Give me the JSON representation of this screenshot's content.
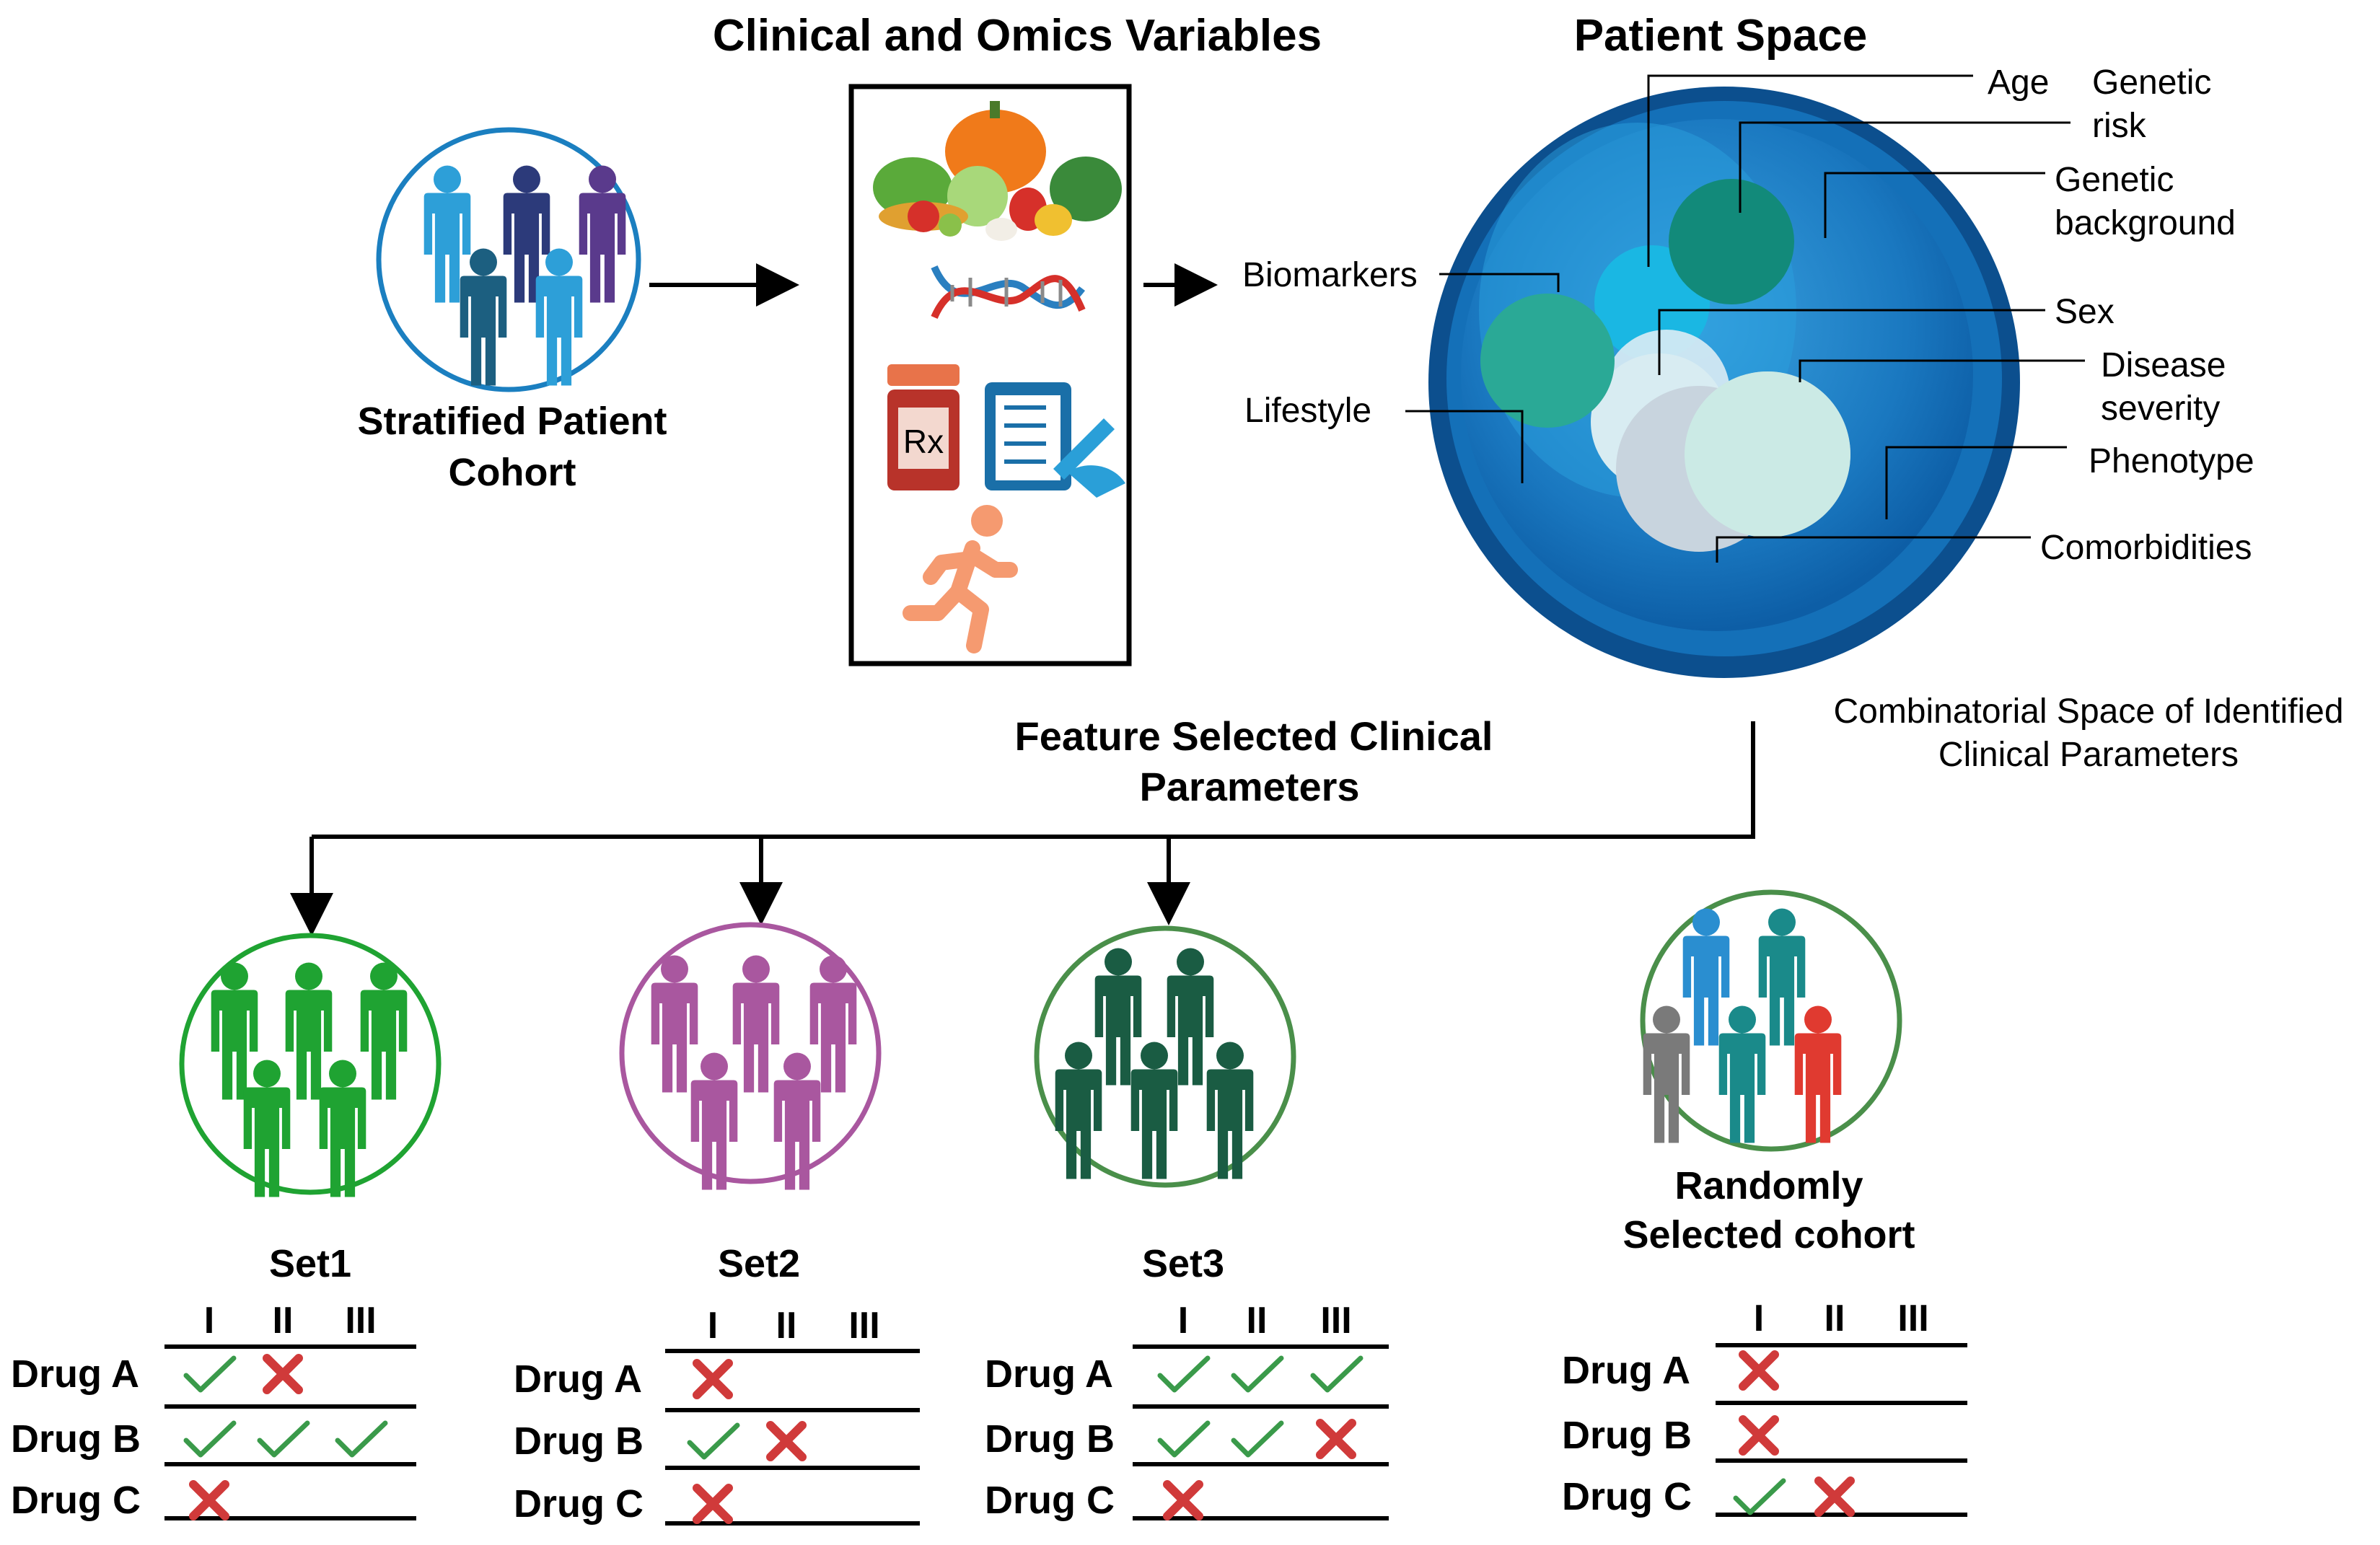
{
  "titles": {
    "clinical_omics": "Clinical and Omics Variables",
    "patient_space": "Patient Space",
    "stratified_line1": "Stratified Patient",
    "stratified_line2": "Cohort",
    "feature_line1": "Feature Selected Clinical",
    "feature_line2": "Parameters",
    "combinatorial_line1": "Combinatorial Space of Identified",
    "combinatorial_line2": "Clinical Parameters",
    "random_line1": "Randomly",
    "random_line2": "Selected cohort"
  },
  "sphere_labels": {
    "age": "Age",
    "genetic_risk_1": "Genetic",
    "genetic_risk_2": "risk",
    "genetic_bg_1": "Genetic",
    "genetic_bg_2": "background",
    "sex": "Sex",
    "disease_1": "Disease",
    "disease_2": "severity",
    "phenotype": "Phenotype",
    "comorbidities": "Comorbidities",
    "biomarkers": "Biomarkers",
    "lifestyle": "Lifestyle"
  },
  "rx_symbol": "Rx",
  "phases": [
    "I",
    "II",
    "III"
  ],
  "colors": {
    "set1": "#1fa332",
    "set2": "#a9579f",
    "set3": "#1a5c43",
    "random_circle": "#4a8f4a",
    "check": "#3a9a4a",
    "cross": "#d03a3a"
  },
  "panels": [
    {
      "id": "set1",
      "label": "Set1",
      "drugs": [
        {
          "name": "Drug A",
          "results": [
            "check",
            "cross",
            "none"
          ]
        },
        {
          "name": "Drug B",
          "results": [
            "check",
            "check",
            "check"
          ]
        },
        {
          "name": "Drug C",
          "results": [
            "cross",
            "none",
            "none"
          ]
        }
      ]
    },
    {
      "id": "set2",
      "label": "Set2",
      "drugs": [
        {
          "name": "Drug A",
          "results": [
            "cross",
            "none",
            "none"
          ]
        },
        {
          "name": "Drug B",
          "results": [
            "check",
            "cross",
            "none"
          ]
        },
        {
          "name": "Drug C",
          "results": [
            "cross",
            "none",
            "none"
          ]
        }
      ]
    },
    {
      "id": "set3",
      "label": "Set3",
      "drugs": [
        {
          "name": "Drug A",
          "results": [
            "check",
            "check",
            "check"
          ]
        },
        {
          "name": "Drug B",
          "results": [
            "check",
            "check",
            "cross"
          ]
        },
        {
          "name": "Drug C",
          "results": [
            "cross",
            "none",
            "none"
          ]
        }
      ]
    },
    {
      "id": "random",
      "label": "",
      "drugs": [
        {
          "name": "Drug A",
          "results": [
            "cross",
            "none",
            "none"
          ]
        },
        {
          "name": "Drug B",
          "results": [
            "cross",
            "none",
            "none"
          ]
        },
        {
          "name": "Drug C",
          "results": [
            "check",
            "cross",
            "none"
          ]
        }
      ]
    }
  ]
}
